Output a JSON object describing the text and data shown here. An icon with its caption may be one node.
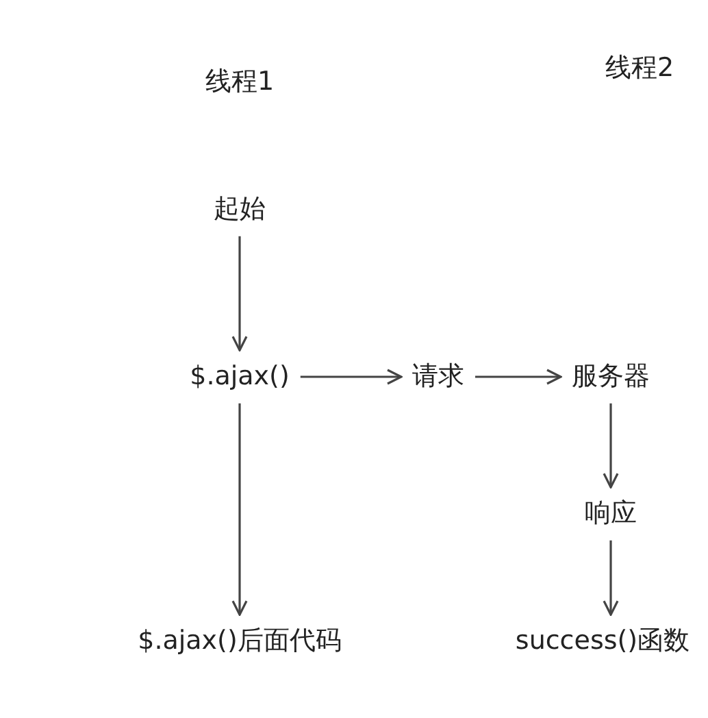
{
  "diagram": {
    "nodes": [
      {
        "text": [
          "起始"
        ]
      },
      {
        "text": [
          "$.ajax()"
        ]
      },
      {
        "text": [
          "请求"
        ]
      },
      {
        "text": [
          "服务器"
        ]
      },
      {
        "text": [
          "响应"
        ]
      },
      {
        "text": [
          "$.ajax()后面代码"
        ]
      },
      {
        "text": [
          "success()函数"
        ]
      }
    ],
    "edges": [
      {
        "from": 0,
        "to": 1,
        "arrow": "to"
      },
      {
        "from": 1,
        "to": 2,
        "arrow": "to"
      },
      {
        "from": 2,
        "to": 3,
        "arrow": "to"
      },
      {
        "from": 3,
        "to": 4,
        "arrow": "to"
      },
      {
        "from": 4,
        "to": 6,
        "arrow": "to"
      },
      {
        "from": 1,
        "to": 5,
        "arrow": "to"
      }
    ],
    "labels": [
      "线程1",
      "线程2"
    ]
  }
}
